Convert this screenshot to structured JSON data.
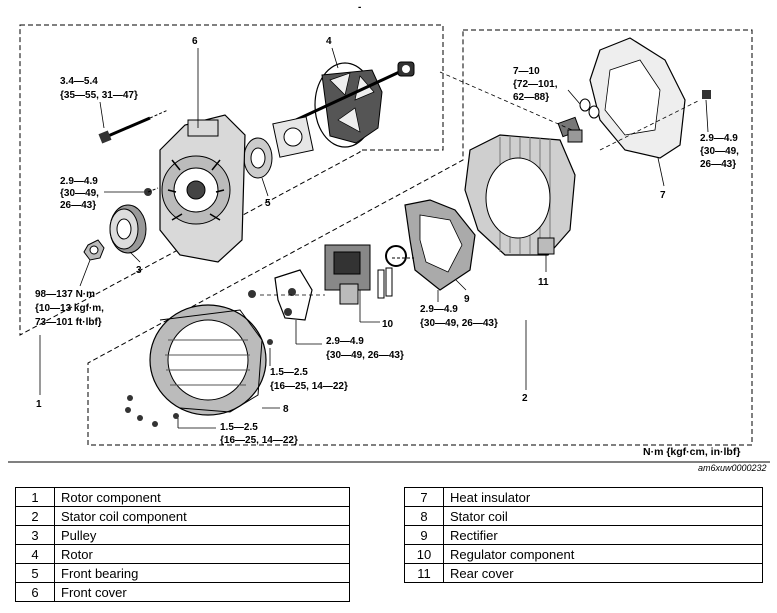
{
  "diagram": {
    "top_mark": "-",
    "callouts": {
      "c1": "1",
      "c2": "2",
      "c3": "3",
      "c4": "4",
      "c5": "5",
      "c6": "6",
      "c7": "7",
      "c8": "8",
      "c9": "9",
      "c10": "10",
      "c11": "11"
    },
    "torques": {
      "bolt_top": [
        "3.4—5.4",
        "{35—55, 31—47}"
      ],
      "screw_front": [
        "2.9—4.9",
        "{30—49,",
        "26—43}"
      ],
      "pulley_nut": [
        "98—137 N·m",
        "{10—13 kgf·m,",
        "73—101 ft·lbf}"
      ],
      "cover_nut": [
        "7—10",
        "{72—101,",
        "62—88}"
      ],
      "rear_cover_nut": [
        "2.9—4.9",
        "{30—49,",
        "26—43}"
      ],
      "rectifier_screws": [
        "2.9—4.9",
        "{30—49, 26—43}"
      ],
      "regulator_screw": [
        "2.9—4.9",
        "{30—49, 26—43}"
      ],
      "stator_screw": [
        "1.5—2.5",
        "{16—25, 14—22}"
      ],
      "stator_bottom": [
        "1.5—2.5",
        "{16—25, 14—22}"
      ]
    },
    "units_note": "N·m {kgf·cm, in·lbf}",
    "image_ref": "am6xuw0000232"
  },
  "legend_left": [
    {
      "num": "1",
      "name": "Rotor component"
    },
    {
      "num": "2",
      "name": "Stator coil component"
    },
    {
      "num": "3",
      "name": "Pulley"
    },
    {
      "num": "4",
      "name": "Rotor"
    },
    {
      "num": "5",
      "name": "Front bearing"
    },
    {
      "num": "6",
      "name": "Front cover"
    }
  ],
  "legend_right": [
    {
      "num": "7",
      "name": "Heat insulator"
    },
    {
      "num": "8",
      "name": "Stator coil"
    },
    {
      "num": "9",
      "name": "Rectifier"
    },
    {
      "num": "10",
      "name": "Regulator component"
    },
    {
      "num": "11",
      "name": "Rear cover"
    }
  ]
}
